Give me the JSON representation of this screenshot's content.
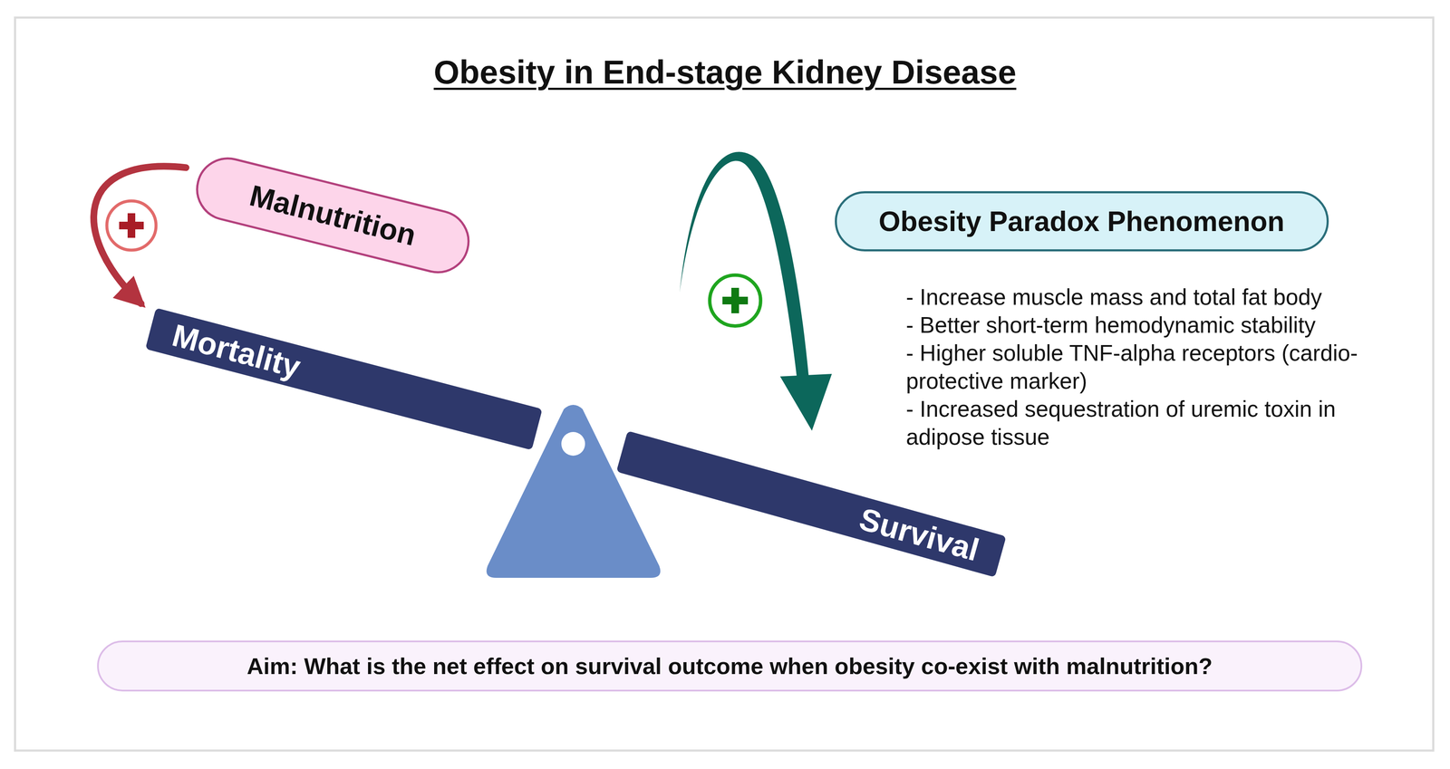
{
  "diagram": {
    "title": "Obesity in End-stage Kidney Disease",
    "nodes": [
      {
        "text": [
          "Malnutrition"
        ]
      },
      {
        "text": [
          "Obesity Paradox Phenomenon"
        ]
      },
      {
        "text": [
          "Mortality"
        ]
      },
      {
        "text": [
          "Survival"
        ]
      },
      {
        "text": [
          "Aim: What is the net effect on survival outcome when obesity co-exist with malnutrition?"
        ]
      }
    ],
    "edges": [
      {
        "from": 0,
        "to": 2,
        "arrow": "to"
      }
    ],
    "labels": [
      "- Increase muscle mass and total fat body",
      "- Better short-term hemodynamic stability",
      "- Higher soluble TNF-alpha receptors (cardio-protective marker)",
      "- Increased sequestration of uremic toxin in adipose tissue"
    ]
  }
}
